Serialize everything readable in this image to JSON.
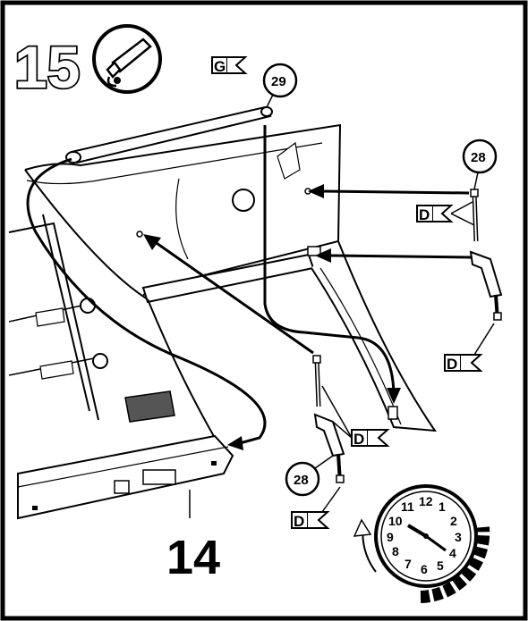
{
  "step": {
    "number": "15"
  },
  "icons": {
    "lubricant": "lubricant-tube-icon",
    "time": "clock-icon"
  },
  "callouts": {
    "top": "29",
    "right": "28",
    "bottom": "28"
  },
  "tags": {
    "grease": "G",
    "dampers": [
      "D",
      "D",
      "D",
      "D"
    ]
  },
  "part": {
    "label": "14"
  },
  "clock": {
    "numerals": [
      "12",
      "1",
      "2",
      "3",
      "4",
      "5",
      "6",
      "7",
      "8",
      "9",
      "10",
      "11"
    ]
  }
}
